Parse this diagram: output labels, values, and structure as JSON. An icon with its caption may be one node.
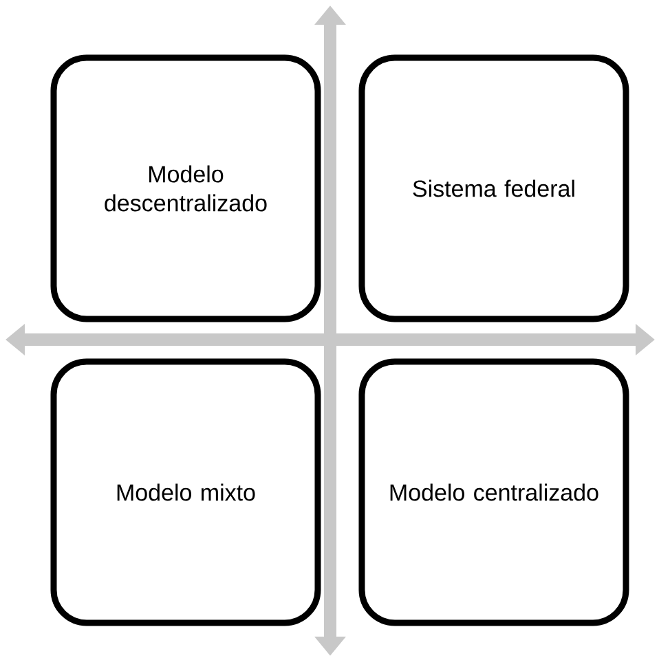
{
  "diagram": {
    "nodes": [
      {
        "text": [
          "Modelo descentralizado"
        ]
      },
      {
        "text": [
          "Sistema federal"
        ]
      },
      {
        "text": [
          "Modelo mixto"
        ]
      },
      {
        "text": [
          "Modelo centralizado"
        ]
      }
    ]
  }
}
